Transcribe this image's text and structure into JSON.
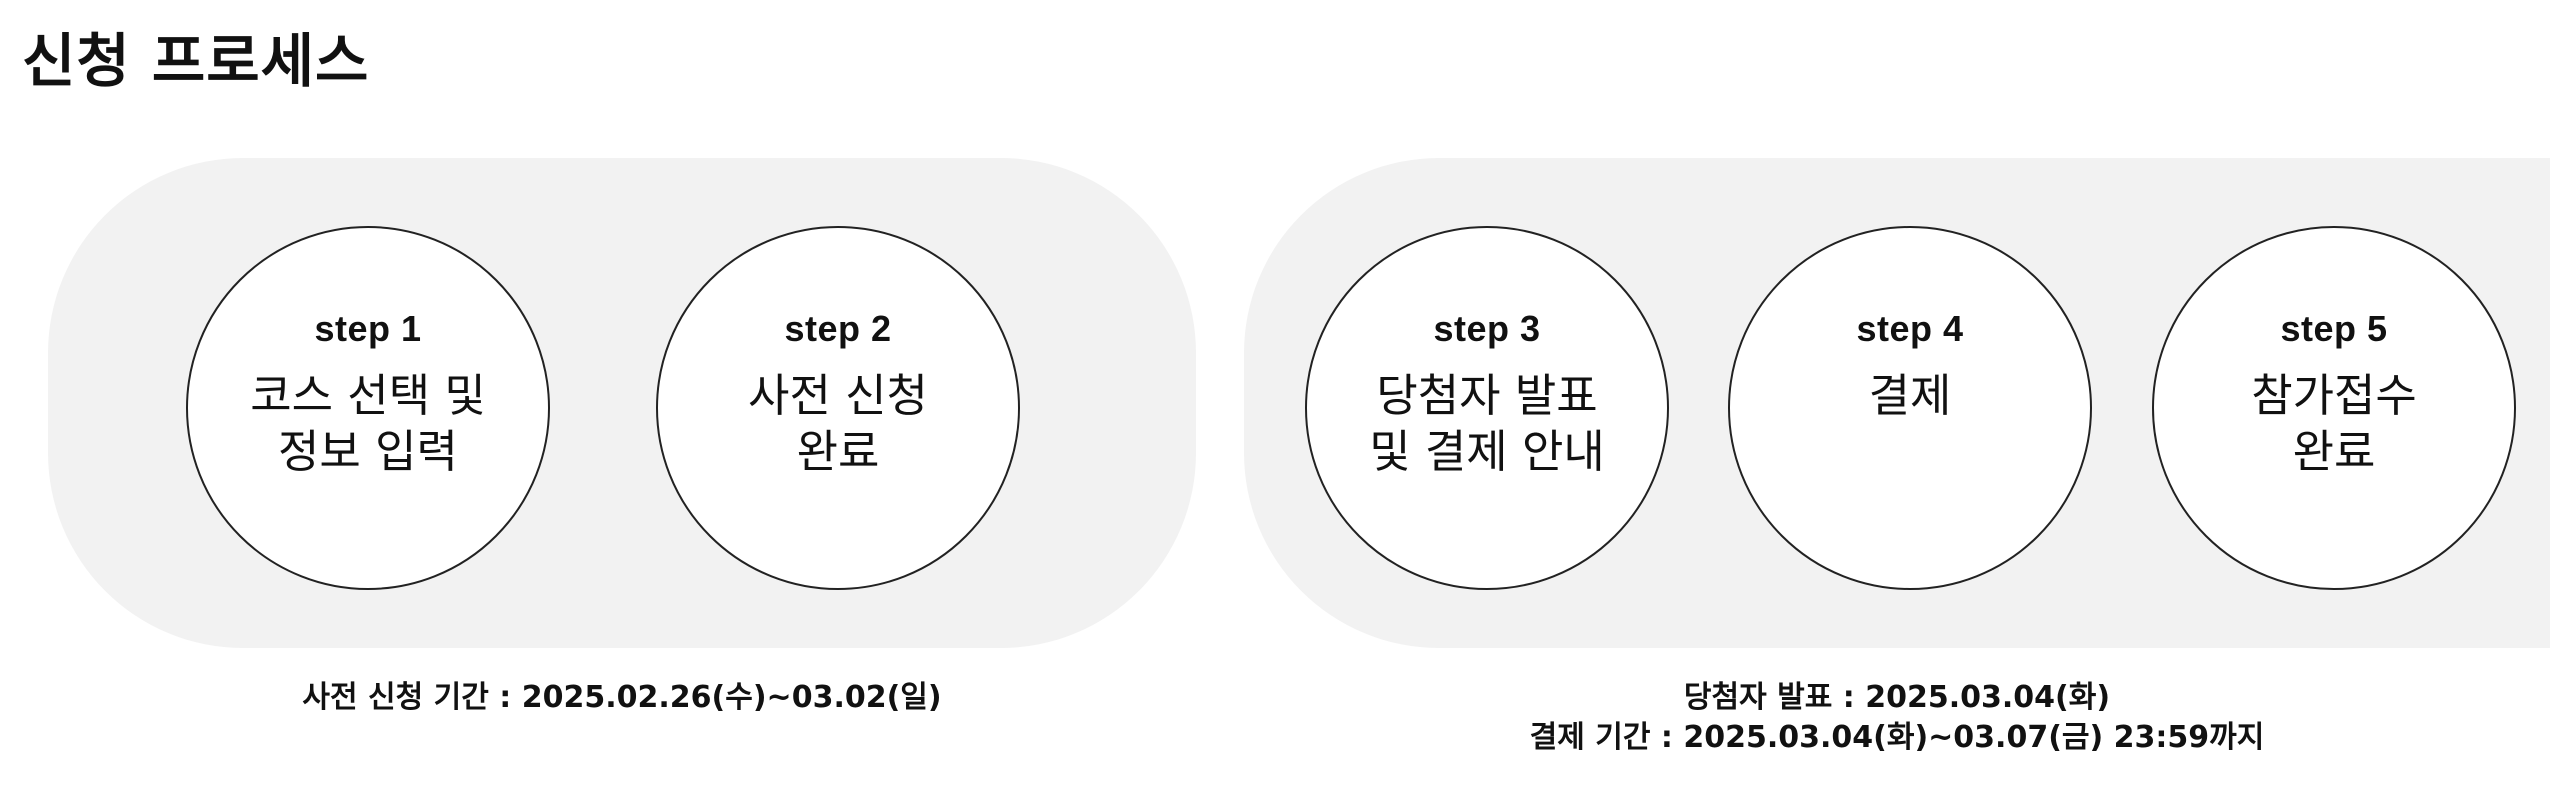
{
  "title": "신청 프로세스",
  "steps": [
    {
      "label": "step 1",
      "desc": "코스 선택 및\n정보 입력"
    },
    {
      "label": "step 2",
      "desc": "사전 신청\n완료"
    },
    {
      "label": "step 3",
      "desc": "당첨자 발표\n및 결제 안내"
    },
    {
      "label": "step 4",
      "desc": "결제"
    },
    {
      "label": "step 5",
      "desc": "참가접수\n완료"
    }
  ],
  "periods": {
    "group1": "사전 신청 기간 : 2025.02.26(수)~03.02(일)",
    "group2_line1": "당첨자 발표 : 2025.03.04(화)",
    "group2_line2": "결제 기간 : 2025.03.04(화)~03.07(금) 23:59까지"
  },
  "colors": {
    "group_background": "#f2f2f2",
    "circle_border": "#222222",
    "text": "#111111"
  }
}
